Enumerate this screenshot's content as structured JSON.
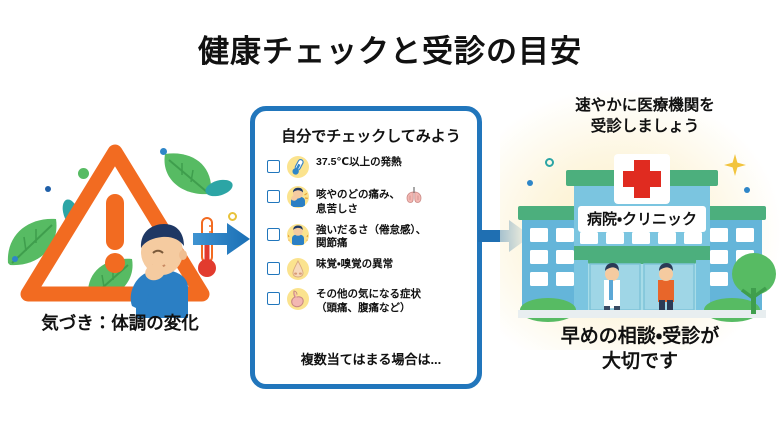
{
  "page": {
    "title": "健康チェックと受診の目安"
  },
  "left": {
    "caption": "気づき：体調の変化",
    "warning_icon": "warning-triangle-icon",
    "person_icon": "coughing-person-icon",
    "thermometer_icon": "thermometer-icon"
  },
  "arrows": {
    "first": "arrow-right-icon",
    "second": "arrow-right-icon"
  },
  "card": {
    "title": "自分でチェックしてみよう",
    "footer": "複数当てはまる場合は...",
    "border_color": "#2176BC",
    "items": [
      {
        "icon": "thermometer-icon",
        "line1": "37.5℃以上の発熱",
        "line2": "",
        "checked": false,
        "trailing_icon": ""
      },
      {
        "icon": "coughing-person-icon",
        "line1": "咳やのどの痛み、",
        "line2": "息苦しさ",
        "checked": false,
        "trailing_icon": "lungs-icon"
      },
      {
        "icon": "tired-person-icon",
        "line1": "強いだるさ（倦怠感）、",
        "line2": "関節痛",
        "checked": false,
        "trailing_icon": ""
      },
      {
        "icon": "nose-icon",
        "line1": "味覚・嗅覚の異常",
        "line2": "",
        "checked": false,
        "trailing_icon": ""
      },
      {
        "icon": "stomach-icon",
        "line1": "その他の気になる症状",
        "line2": "（頭痛、腹痛など）",
        "checked": false,
        "trailing_icon": ""
      }
    ]
  },
  "right": {
    "caption_top": "速やかに医療機関を\n受診しましょう",
    "caption_top_line1": "速やかに医療機関を",
    "caption_top_line2": "受診しましょう",
    "hospital_sign": "病院・クリニック",
    "caption_bottom_line1": "早めの相談・受診が",
    "caption_bottom_line2": "大切です",
    "cross_icon": "red-cross-icon",
    "sparkle_icon": "sparkle-icon",
    "tree_icon": "tree-icon",
    "doctor_icon": "doctor-icon",
    "patient_icon": "patient-icon"
  },
  "colors": {
    "accent_blue": "#2176BC",
    "warning_orange": "#F26B21",
    "hospital_green": "#4CAF7D",
    "hospital_wall": "#64B5D9",
    "cross_red": "#E02B20",
    "badge_yellow": "#FBE38E"
  }
}
